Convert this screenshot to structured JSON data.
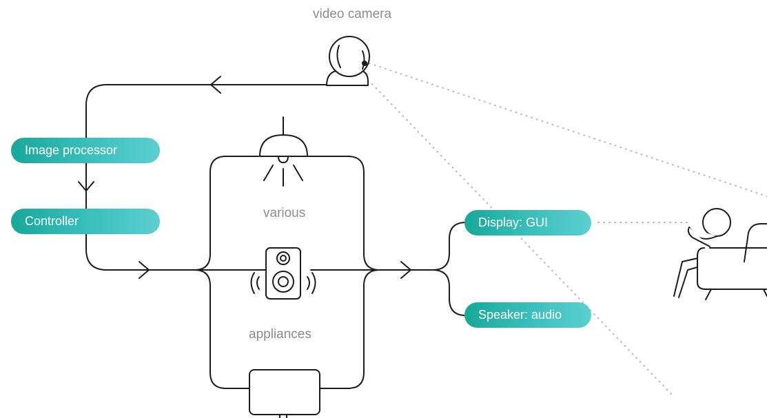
{
  "labels": {
    "video_camera": "video camera",
    "various": "various",
    "appliances": "appliances"
  },
  "nodes": {
    "image_processor": "Image processor",
    "controller": "Controller",
    "display": "Display: GUI",
    "speaker": "Speaker: audio"
  },
  "colors": {
    "node_gradient_start": "#18a898",
    "node_gradient_end": "#5ccfd0",
    "line": "#1a1a1a",
    "dotted": "#b5b5b5",
    "label_text": "#8c8c8c"
  }
}
